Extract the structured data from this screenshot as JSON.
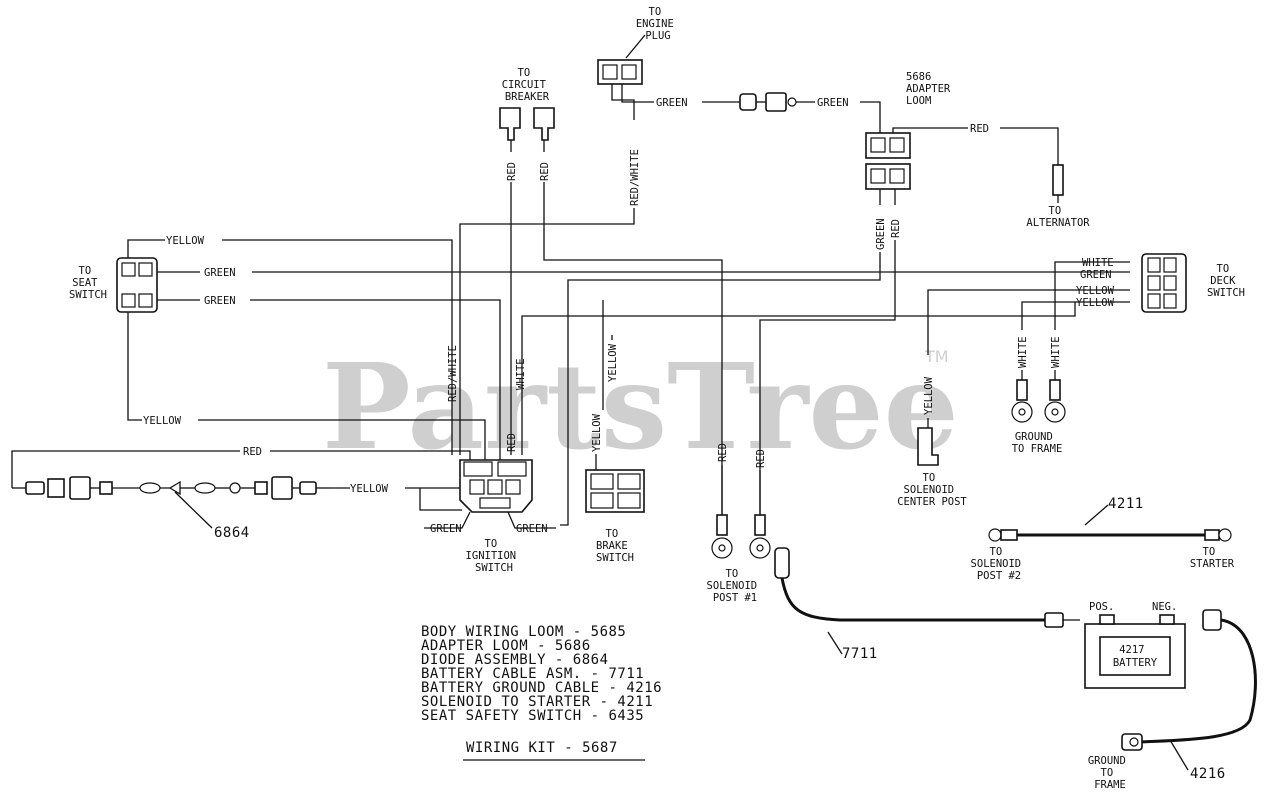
{
  "watermark": {
    "brand": "PartsTree",
    "tm": "TM"
  },
  "wire_colors": {
    "yellow": "YELLOW",
    "green": "GREEN",
    "red": "RED",
    "white": "WHITE",
    "red_white": "RED/WHITE"
  },
  "labels": {
    "engine_plug": [
      "TO",
      "ENGINE",
      "PLUG"
    ],
    "circuit_breaker": [
      "TO",
      "CIRCUIT",
      "BREAKER"
    ],
    "adapter_loom": [
      "5686",
      "ADAPTER",
      "LOOM"
    ],
    "alternator": [
      "TO",
      "ALTERNATOR"
    ],
    "seat_switch": [
      "TO",
      "SEAT",
      "SWITCH"
    ],
    "deck_switch": [
      "TO",
      "DECK",
      "SWITCH"
    ],
    "ignition_switch": [
      "TO",
      "IGNITION",
      "SWITCH"
    ],
    "brake_switch": [
      "TO",
      "BRAKE",
      "SWITCH"
    ],
    "solenoid_post1": [
      "TO",
      "SOLENOID",
      "POST #1"
    ],
    "solenoid_center": [
      "TO",
      "SOLENOID",
      "CENTER POST"
    ],
    "ground_frame1": [
      "GROUND",
      "TO FRAME"
    ],
    "solenoid_post2": [
      "TO",
      "SOLENOID",
      "POST #2"
    ],
    "starter": [
      "TO",
      "STARTER"
    ],
    "battery_pos": "POS.",
    "battery_neg": "NEG.",
    "battery": [
      "4217",
      "BATTERY"
    ],
    "ground_frame2": [
      "GROUND",
      "TO",
      "FRAME"
    ]
  },
  "part_callouts": {
    "diode": "6864",
    "cable_4211": "4211",
    "cable_7711": "7711",
    "cable_4216": "4216"
  },
  "legend": {
    "items": [
      "BODY WIRING LOOM - 5685",
      "ADAPTER LOOM - 5686",
      "DIODE ASSEMBLY - 6864",
      "BATTERY CABLE ASM. - 7711",
      "BATTERY GROUND CABLE - 4216",
      "SOLENOID TO STARTER - 4211",
      "SEAT SAFETY SWITCH - 6435"
    ],
    "kit": "WIRING KIT - 5687"
  }
}
